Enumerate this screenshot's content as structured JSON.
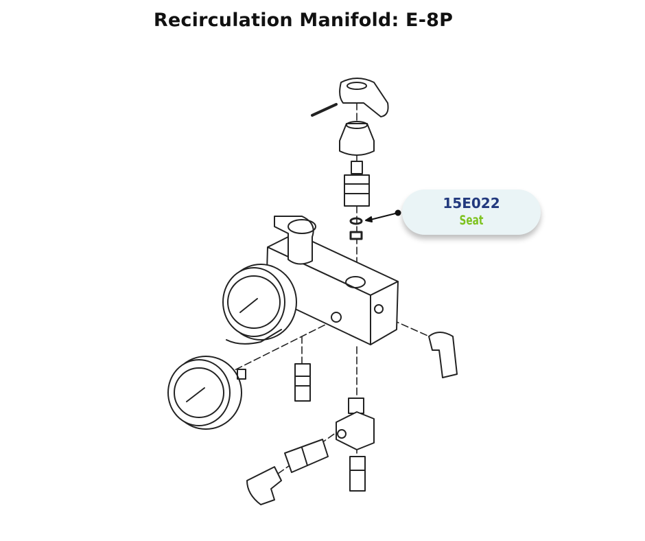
{
  "title": "Recirculation Manifold: E-8P",
  "callout": {
    "part_number": "15E022",
    "description": "Seat",
    "colors": {
      "part_number": "#233a7e",
      "description": "#7dc21e",
      "background": "#eaf4f6"
    }
  }
}
